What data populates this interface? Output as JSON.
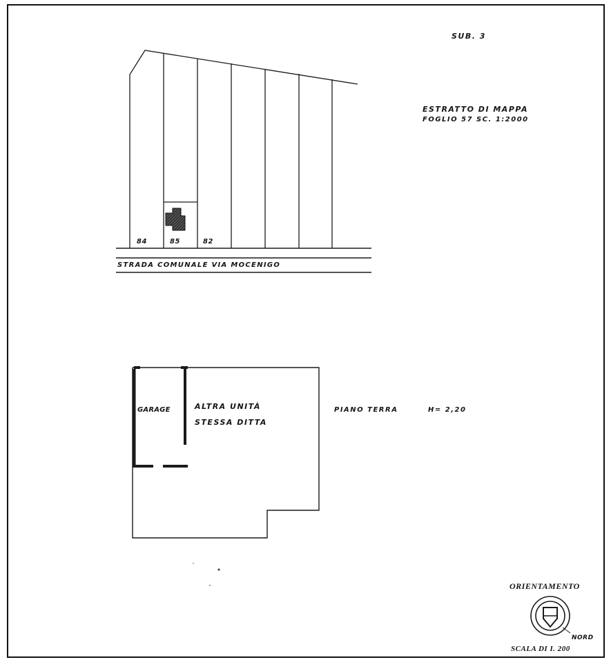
{
  "sub_label": "SUB. 3",
  "map_extract": {
    "line1": "ESTRATTO DI MAPPA",
    "line2": "FOGLIO 57 SC. 1:2000"
  },
  "parcels": [
    "84",
    "85",
    "82"
  ],
  "street": "STRADA COMUNALE VIA MOCENIGO",
  "floor_plan": {
    "garage": "GARAGE",
    "other_unit_line1": "ALTRA UNITÀ",
    "other_unit_line2": "STESSA DITTA",
    "floor_label": "PIANO TERRA",
    "height": "H= 2,20"
  },
  "orientation": {
    "title": "ORIENTAMENTO",
    "north": "NORD",
    "scale": "SCALA DI I. 200"
  }
}
